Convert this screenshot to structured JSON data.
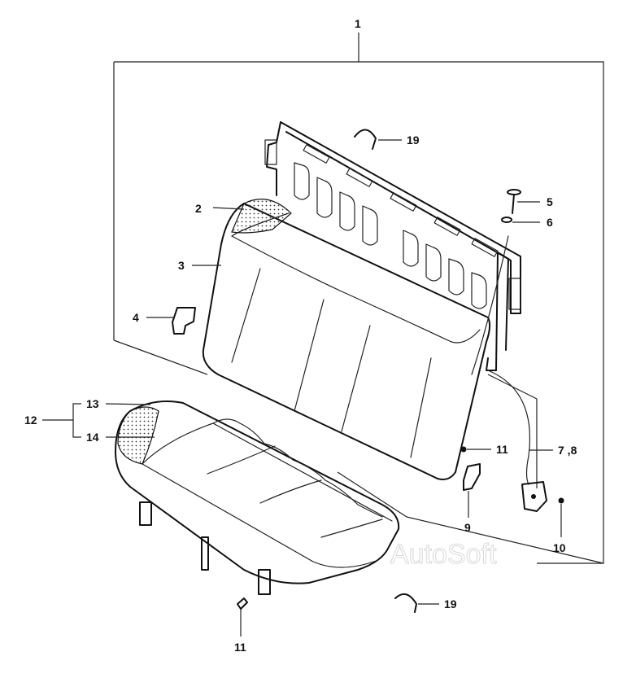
{
  "diagram": {
    "watermark": "AutoSoft",
    "callouts": {
      "c1": "1",
      "c2": "2",
      "c3": "3",
      "c4": "4",
      "c5": "5",
      "c6": "6",
      "c78": "7 ,8",
      "c9": "9",
      "c10": "10",
      "c11a": "11",
      "c11b": "11",
      "c12": "12",
      "c13": "13",
      "c14": "14",
      "c19a": "19",
      "c19b": "19"
    }
  }
}
